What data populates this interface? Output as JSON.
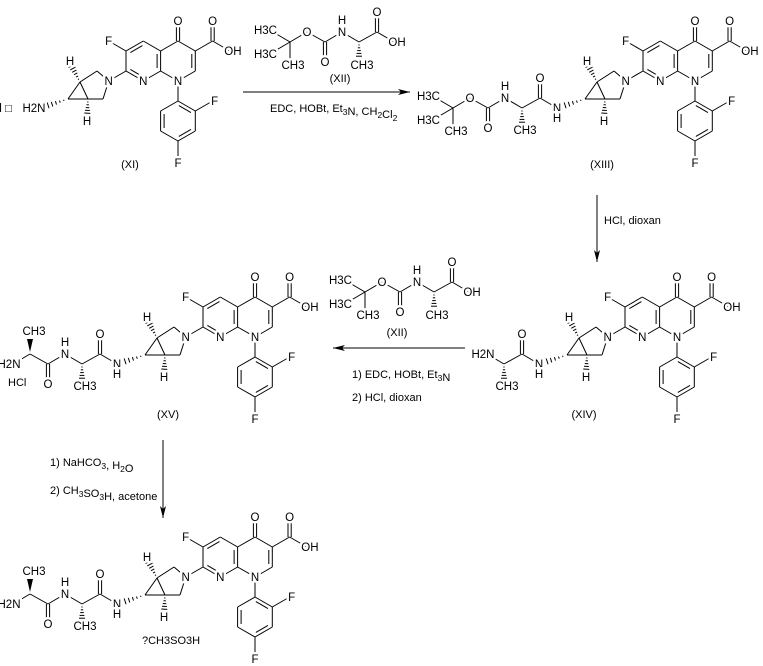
{
  "atoms": {
    "N": "N",
    "O": "O",
    "OH": "OH",
    "F": "F",
    "H": "H",
    "H2N": "H2N",
    "CH3": "CH3",
    "H3C": "H3C",
    "HCl_salt": "HCl □",
    "HCl_xv": "HCl"
  },
  "compounds": {
    "XI": "(XI)",
    "XII_top": "(XII)",
    "XIII": "(XIII)",
    "XII_mid": "(XII)",
    "XIV": "(XIV)",
    "XV": "(XV)"
  },
  "reagents": {
    "step1": "EDC, HOBt, Et3N, CH2Cl2",
    "step2": "HCl, dioxan",
    "step3_1": "1) EDC, HOBt, Et3N",
    "step3_2": "2) HCl, dioxan",
    "step4_1": "1) NaHCO3, H2O",
    "step4_2": "2) CH3SO3H, acetone"
  },
  "salt_final": "?CH3SO3H"
}
